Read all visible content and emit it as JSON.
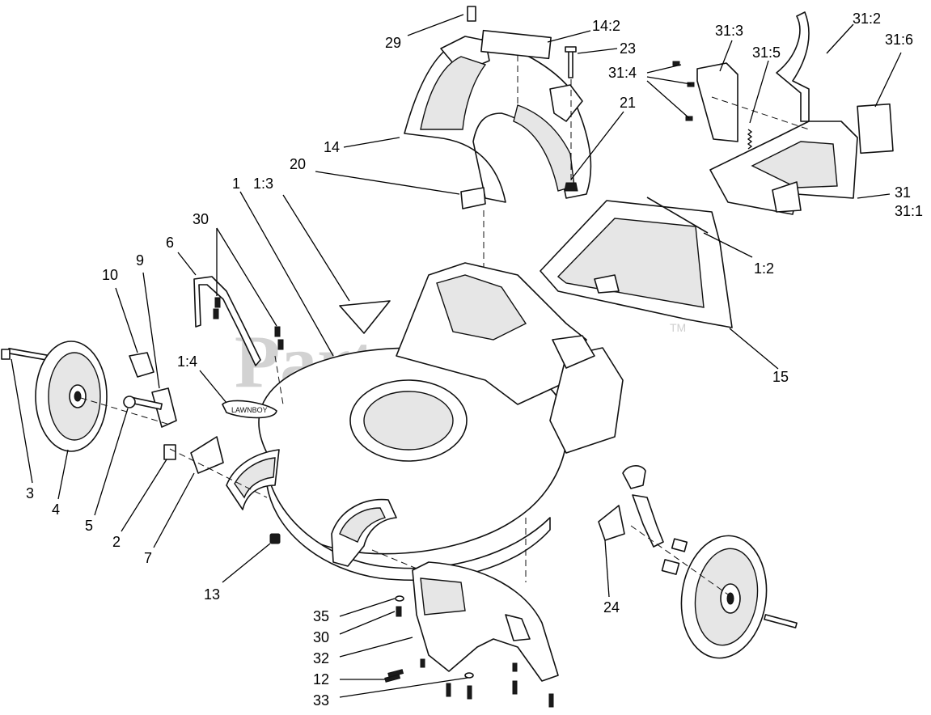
{
  "watermark": {
    "text": "PartsTree",
    "tm": "TM"
  },
  "callouts": [
    {
      "id": "29",
      "text": "29"
    },
    {
      "id": "14-2",
      "text": "14:2"
    },
    {
      "id": "23",
      "text": "23"
    },
    {
      "id": "21",
      "text": "21"
    },
    {
      "id": "14",
      "text": "14"
    },
    {
      "id": "31-3",
      "text": "31:3"
    },
    {
      "id": "31-2",
      "text": "31:2"
    },
    {
      "id": "31-6",
      "text": "31:6"
    },
    {
      "id": "31-4",
      "text": "31:4"
    },
    {
      "id": "31-5",
      "text": "31:5"
    },
    {
      "id": "31",
      "text": "31"
    },
    {
      "id": "31-1",
      "text": "31:1"
    },
    {
      "id": "20",
      "text": "20"
    },
    {
      "id": "1-3",
      "text": "1:3"
    },
    {
      "id": "1",
      "text": "1"
    },
    {
      "id": "30a",
      "text": "30"
    },
    {
      "id": "6",
      "text": "6"
    },
    {
      "id": "10",
      "text": "10"
    },
    {
      "id": "9",
      "text": "9"
    },
    {
      "id": "1-2",
      "text": "1:2"
    },
    {
      "id": "1-4",
      "text": "1:4"
    },
    {
      "id": "15",
      "text": "15"
    },
    {
      "id": "3",
      "text": "3"
    },
    {
      "id": "4",
      "text": "4"
    },
    {
      "id": "5",
      "text": "5"
    },
    {
      "id": "2",
      "text": "2"
    },
    {
      "id": "7",
      "text": "7"
    },
    {
      "id": "13",
      "text": "13"
    },
    {
      "id": "35",
      "text": "35"
    },
    {
      "id": "30b",
      "text": "30"
    },
    {
      "id": "32",
      "text": "32"
    },
    {
      "id": "12",
      "text": "12"
    },
    {
      "id": "33",
      "text": "33"
    },
    {
      "id": "24",
      "text": "24"
    }
  ],
  "decal_text": "LAWNBOY"
}
